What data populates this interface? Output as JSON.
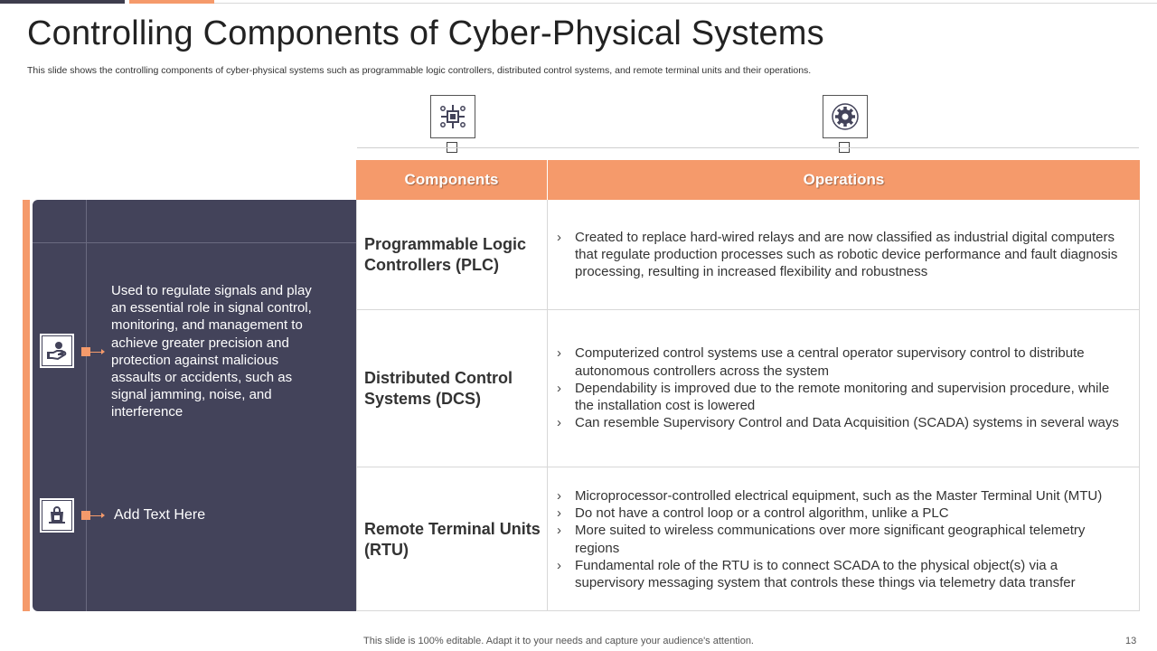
{
  "slide": {
    "title": "Controlling Components of Cyber-Physical Systems",
    "subtitle": "This slide shows the controlling components of cyber-physical systems such as programmable logic controllers, distributed control systems, and remote terminal units and their operations.",
    "footer": "This slide is 100% editable. Adapt it to your needs and capture your audience's attention.",
    "page_number": "13"
  },
  "colors": {
    "accent": "#f59a6b",
    "panel": "#43435a",
    "dark_bar": "#3e3d4d"
  },
  "header_icons": [
    "circuit-icon",
    "gear-icon"
  ],
  "panel": {
    "items": [
      {
        "icon": "hand-coins-icon",
        "text": "Used to regulate signals and play an essential role in signal control, monitoring, and management to achieve greater precision and protection against malicious assaults or accidents, such as signal jamming, noise, and interference"
      },
      {
        "icon": "shopping-bag-icon",
        "text": "Add Text Here"
      }
    ]
  },
  "table": {
    "headers": [
      "Components",
      "Operations"
    ],
    "rows": [
      {
        "component": "Programmable Logic Controllers (PLC)",
        "operations": [
          "Created to replace hard-wired relays and are now classified as industrial digital computers that regulate production processes such as robotic device performance and fault diagnosis processing, resulting in increased flexibility and robustness"
        ]
      },
      {
        "component": "Distributed Control Systems (DCS)",
        "operations": [
          "Computerized control systems use a central operator supervisory control to distribute autonomous controllers across the system",
          "Dependability is improved due to the remote monitoring and supervision procedure, while the installation cost is lowered",
          "Can resemble Supervisory Control and Data Acquisition (SCADA) systems in several ways"
        ]
      },
      {
        "component": "Remote Terminal Units (RTU)",
        "operations": [
          "Microprocessor-controlled electrical equipment, such as the Master Terminal Unit (MTU)",
          "Do not have a control loop or a control algorithm, unlike a PLC",
          "More suited to wireless communications over more significant geographical telemetry regions",
          "Fundamental role of the RTU is to connect SCADA to the physical object(s) via a supervisory messaging system that controls these things via telemetry data transfer"
        ]
      }
    ]
  }
}
